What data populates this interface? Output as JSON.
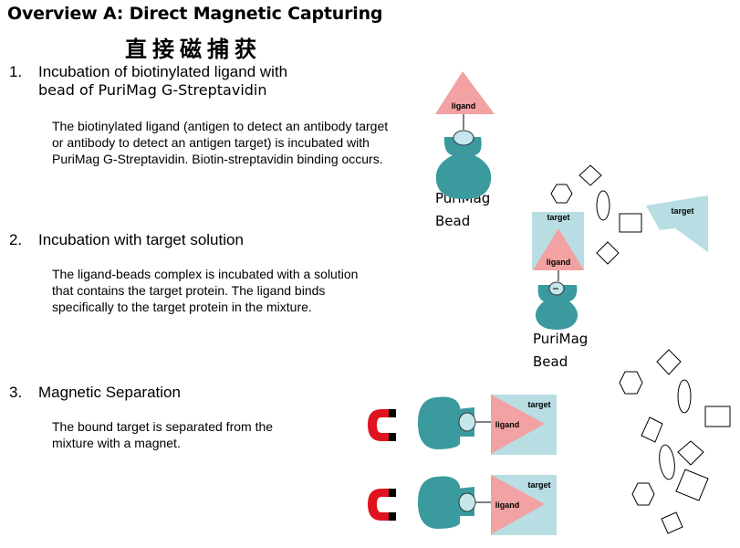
{
  "title": "Overview A: Direct Magnetic Capturing",
  "subtitle": "直接磁捕获",
  "steps": [
    {
      "num": "1.",
      "title_line1": "Incubation of biotinylated ligand with",
      "title_line2": "bead of PuriMag G-Streptavidin",
      "description": "The biotinylated ligand (antigen to detect an antibody target or antibody to detect an antigen target) is incubated with PuriMag G-Streptavidin. Biotin-streptavidin binding occurs."
    },
    {
      "num": "2.",
      "title_line1": "Incubation with target solution",
      "description": "The ligand-beads complex is incubated with a solution that contains the target protein.  The ligand binds specifically to the target protein in the mixture."
    },
    {
      "num": "3.",
      "title_line1": "Magnetic Separation",
      "description": "The bound target is separated from the mixture with a magnet."
    }
  ],
  "diagram": {
    "ligand_label": "ligand",
    "target_label": "target",
    "bead_label_1": "PuriMag",
    "bead_label_2": "Bead"
  },
  "colors": {
    "bead": "#3a9a9e",
    "ligand": "#f2a2a2",
    "target": "#b8dde2",
    "biotin": "#c5e6ea",
    "magnet": "#e0141e"
  }
}
